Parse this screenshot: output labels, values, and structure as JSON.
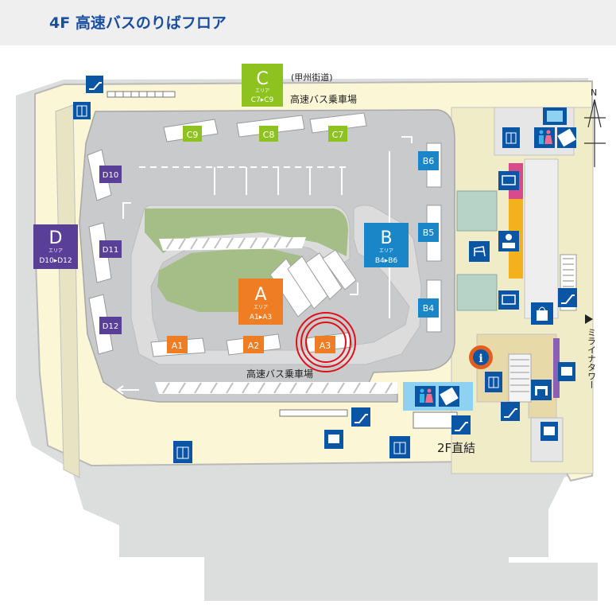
{
  "title": "4F 高速バスのりばフロア",
  "north_label": "N",
  "street_label": "(甲州街道)",
  "boarding_top": "高速バス乗車場",
  "boarding_bottom": "高速バス乗車場",
  "direct_link": "2F直結",
  "tower_label": "ミライナタワー",
  "areas": {
    "a": {
      "letter": "A",
      "word": "エリア",
      "range": "A1▸A3",
      "color": "#ee7d23"
    },
    "b": {
      "letter": "B",
      "word": "エリア",
      "range": "B4▸B6",
      "color": "#1a86c8"
    },
    "c": {
      "letter": "C",
      "word": "エリア",
      "range": "C7▸C9",
      "color": "#8dc21f"
    },
    "d": {
      "letter": "D",
      "word": "エリア",
      "range": "D10▸D12",
      "color": "#5a3f98"
    }
  },
  "gates": {
    "a1": "A1",
    "a2": "A2",
    "a3": "A3",
    "b4": "B4",
    "b5": "B5",
    "b6": "B6",
    "c7": "C7",
    "c8": "C8",
    "c9": "C9",
    "d10": "D10",
    "d11": "D11",
    "d12": "D12"
  },
  "highlight": {
    "gate": "A3",
    "color": "#e0101a"
  },
  "colors": {
    "road": "#c9cacb",
    "floor": "#fbf6d6",
    "green": "#a5be88",
    "icon_blue": "#0a56a4",
    "outline": "#d7d8d8"
  }
}
